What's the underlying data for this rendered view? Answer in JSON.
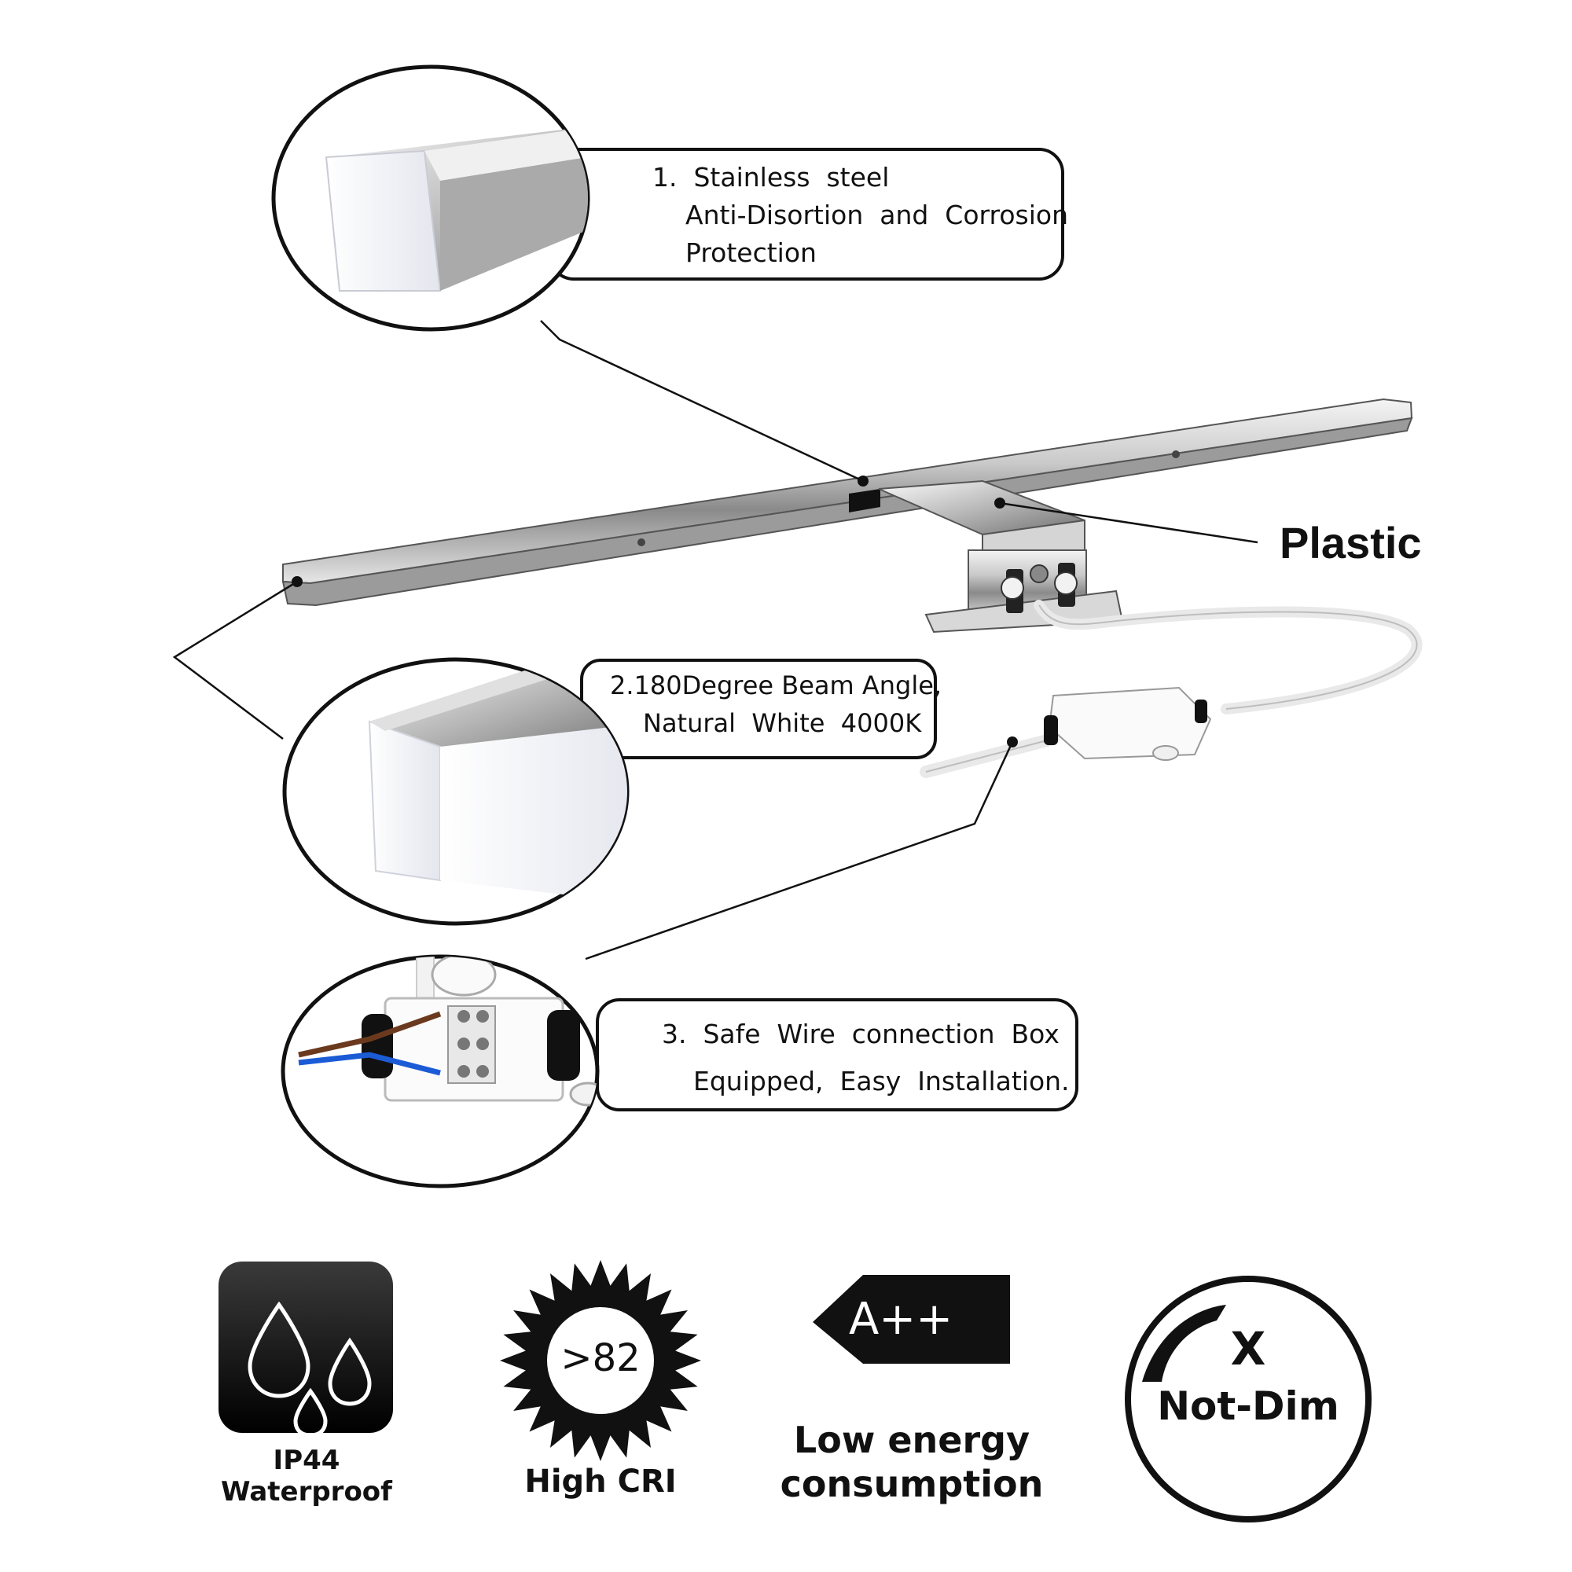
{
  "callouts": {
    "steel": {
      "lines": [
        "1.  Stainless  steel",
        "Anti-Disortion  and  Corrosion",
        "Protection"
      ]
    },
    "beam": {
      "lines": [
        "2.180Degree Beam Angle,",
        "Natural  White  4000K"
      ]
    },
    "box": {
      "lines": [
        "3.  Safe  Wire  connection  Box",
        "Equipped,  Easy  Installation."
      ]
    }
  },
  "plastic_label": "Plastic",
  "badges": {
    "waterproof": {
      "line1": "IP44",
      "line2": "Waterproof"
    },
    "cri": {
      "value": ">82",
      "label": "High CRI"
    },
    "energy": {
      "rating": "A++",
      "line1": "Low energy",
      "line2": "consumption"
    },
    "dim": {
      "mark": "X",
      "label": "Not-Dim"
    }
  }
}
